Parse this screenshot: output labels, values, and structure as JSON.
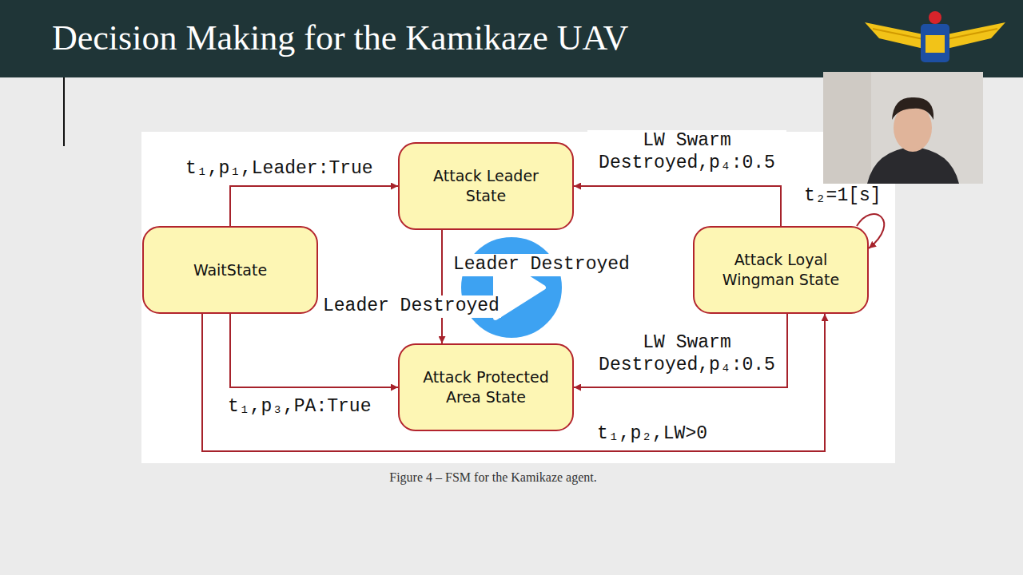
{
  "diagram": {
    "title": "Decision Making for the Kamikaze UAV",
    "caption": "Figure 4 – FSM for the Kamikaze agent.",
    "nodes": [
      {
        "text": [
          "WaitState"
        ]
      },
      {
        "text": [
          "Attack Leader State"
        ]
      },
      {
        "text": [
          "Attack Protected Area State"
        ]
      },
      {
        "text": [
          "Attack Loyal Wingman State"
        ]
      }
    ],
    "edges": [
      {
        "from": 0,
        "to": 1,
        "arrow": "to",
        "label": "t₁,p₁,Leader:True"
      },
      {
        "from": 0,
        "to": 2,
        "arrow": "to",
        "label": "t₁,p₃,PA:True"
      },
      {
        "from": 0,
        "to": 3,
        "arrow": "to",
        "label": "t₁,p₂,LW>0"
      },
      {
        "from": 1,
        "to": 2,
        "arrow": "to",
        "label": "Leader Destroyed"
      },
      {
        "from": 3,
        "to": 1,
        "arrow": "to",
        "label": "LW Swarm Destroyed,p₄:0.5"
      },
      {
        "from": 3,
        "to": 2,
        "arrow": "to",
        "label": "LW Swarm Destroyed,p₄:0.5"
      },
      {
        "from": 3,
        "to": 3,
        "arrow": "to",
        "label": "t₂=1[s]"
      }
    ],
    "labels": [
      "Leader Destroyed"
    ]
  }
}
